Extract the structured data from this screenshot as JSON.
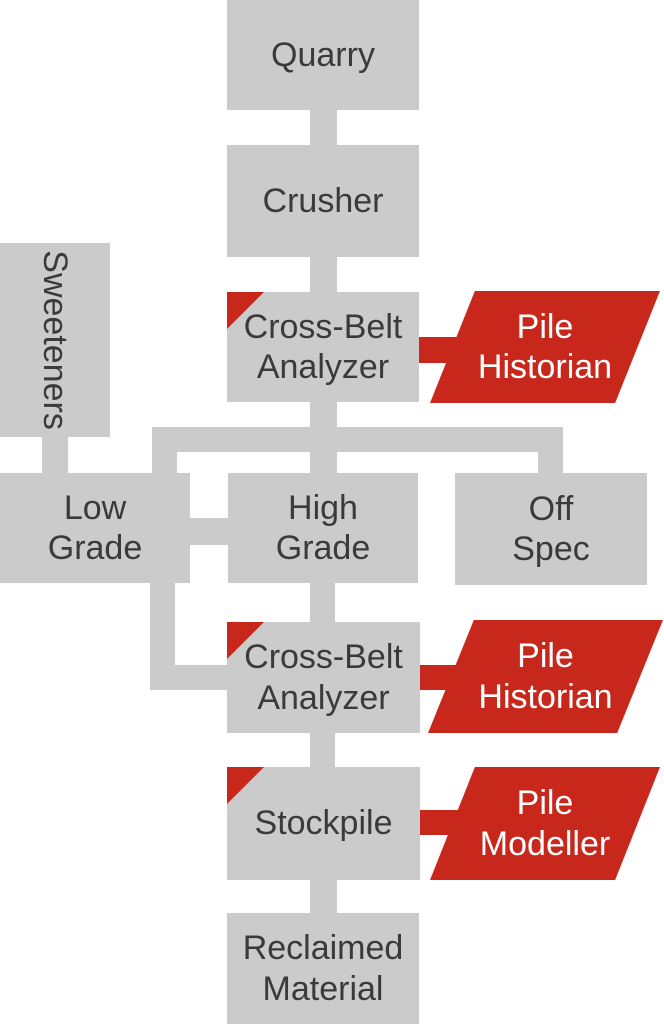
{
  "diagram": {
    "colors": {
      "node_fill": "#cbcbcb",
      "node_text": "#3a3a3a",
      "accent_red": "#c8271c",
      "tag_text": "#ffffff",
      "background": "#ffffff"
    },
    "nodes": {
      "quarry": {
        "label": "Quarry"
      },
      "crusher": {
        "label": "Crusher"
      },
      "analyzer_top": {
        "label": "Cross-Belt\nAnalyzer"
      },
      "sweeteners": {
        "label": "Sweeteners"
      },
      "low_grade": {
        "label": "Low\nGrade"
      },
      "high_grade": {
        "label": "High\nGrade"
      },
      "off_spec": {
        "label": "Off\nSpec"
      },
      "analyzer_bottom": {
        "label": "Cross-Belt\nAnalyzer"
      },
      "stockpile": {
        "label": "Stockpile"
      },
      "reclaimed_material": {
        "label": "Reclaimed\nMaterial"
      }
    },
    "tags": {
      "pile_historian_top": {
        "label": "Pile\nHistorian"
      },
      "pile_historian_bottom": {
        "label": "Pile\nHistorian"
      },
      "pile_modeller": {
        "label": "Pile\nModeller"
      }
    }
  }
}
